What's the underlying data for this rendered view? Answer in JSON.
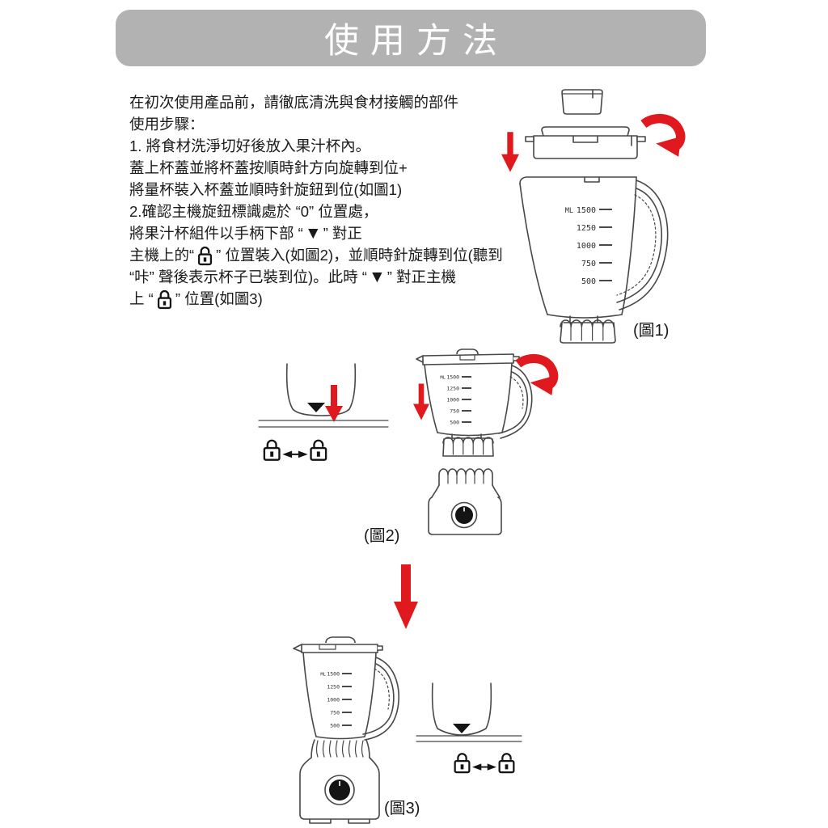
{
  "banner": {
    "title": "使用方法"
  },
  "colors": {
    "banner_bg": "#b2b2b2",
    "red": "#e0191e",
    "line": "#474747"
  },
  "instructions": {
    "intro": "在初次使用產品前，請徹底清洗與食材接觸的部件",
    "steps_label": "使用步驟：",
    "step1_line1": "1. 將食材洗淨切好後放入果汁杯內。",
    "step1_line2": "蓋上杯蓋並將杯蓋按順時針方向旋轉到位+",
    "step1_line3": "將量杯裝入杯蓋並順時針旋鈕到位(如圖1)",
    "step2_line1": "2.確認主機旋鈕標識處於 “0” 位置處，",
    "step2_line2_pre": "將果汁杯組件以手柄下部 “",
    "step2_line2_marker": "▼",
    "step2_line2_post": "” 對正",
    "step2_line3_pre": "主機上的“",
    "step2_line3_post": "” 位置裝入(如圖2)，並順時針旋轉到位(聽到",
    "step2_line4_pre": "“咔” 聲後表示杯子已裝到位)。此時 “",
    "step2_line4_marker": "▼",
    "step2_line4_post": "” 對正主機",
    "step2_line5_pre": "上 “",
    "step2_line5_post": "” 位置(如圖3)"
  },
  "jug": {
    "unit": "ML",
    "scale": [
      "1500",
      "1250",
      "1000",
      "750",
      "500"
    ]
  },
  "figures": {
    "fig1_label": "(圖1)",
    "fig2_label": "(圖2)",
    "fig3_label": "(圖3)"
  }
}
